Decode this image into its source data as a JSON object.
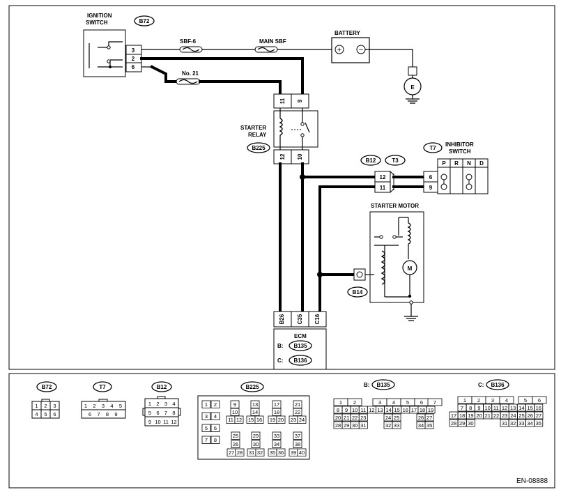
{
  "components": {
    "ignition_switch": {
      "name_line1": "IGNITION",
      "name_line2": "SWITCH",
      "connector": "B72",
      "pins": [
        "3",
        "2",
        "6"
      ]
    },
    "fuses": {
      "sbf6": "SBF-6",
      "main_sbf": "MAIN SBF",
      "no21": "No. 21"
    },
    "battery": {
      "name": "BATTERY",
      "plus": "+",
      "minus": "−"
    },
    "ground_e": "E",
    "starter_relay": {
      "name_line1": "STARTER",
      "name_line2": "RELAY",
      "connector": "B225",
      "top_pins": [
        "11",
        "9"
      ],
      "bottom_pins": [
        "12",
        "10"
      ]
    },
    "inhibitor_switch": {
      "connector": "T7",
      "name_line1": "INHIBITOR",
      "name_line2": "SWITCH",
      "positions": [
        "P",
        "R",
        "N",
        "D"
      ],
      "pins": [
        "6",
        "9"
      ]
    },
    "joint_connector": {
      "left": "B12",
      "right": "T3",
      "pins": [
        "12",
        "11"
      ]
    },
    "starter_motor": {
      "name": "STARTER MOTOR",
      "connector": "B14",
      "motor_symbol": "M"
    },
    "ecm": {
      "name": "ECM",
      "pins": [
        "B26",
        "C35",
        "C16"
      ],
      "b_prefix": "B:",
      "b_connector": "B135",
      "c_prefix": "C:",
      "c_connector": "B136"
    }
  },
  "connector_views": {
    "b72": {
      "label": "B72",
      "rows": [
        [
          "1",
          "2",
          "3"
        ],
        [
          "4",
          "5",
          "6"
        ]
      ]
    },
    "t7": {
      "label": "T7",
      "rows": [
        [
          "1",
          "2",
          "3",
          "4",
          "5"
        ],
        [
          "6",
          "7",
          "8",
          "9"
        ]
      ]
    },
    "b12": {
      "label": "B12",
      "rows": [
        [
          "1",
          "2",
          "3",
          "4"
        ],
        [
          "5",
          "6",
          "7",
          "8"
        ],
        [
          "9",
          "10",
          "11",
          "12"
        ]
      ]
    },
    "b225": {
      "label": "B225"
    },
    "b135": {
      "prefix": "B:",
      "label": "B135"
    },
    "b136": {
      "prefix": "C:",
      "label": "B136"
    }
  },
  "footer": {
    "code": "EN-08888"
  }
}
